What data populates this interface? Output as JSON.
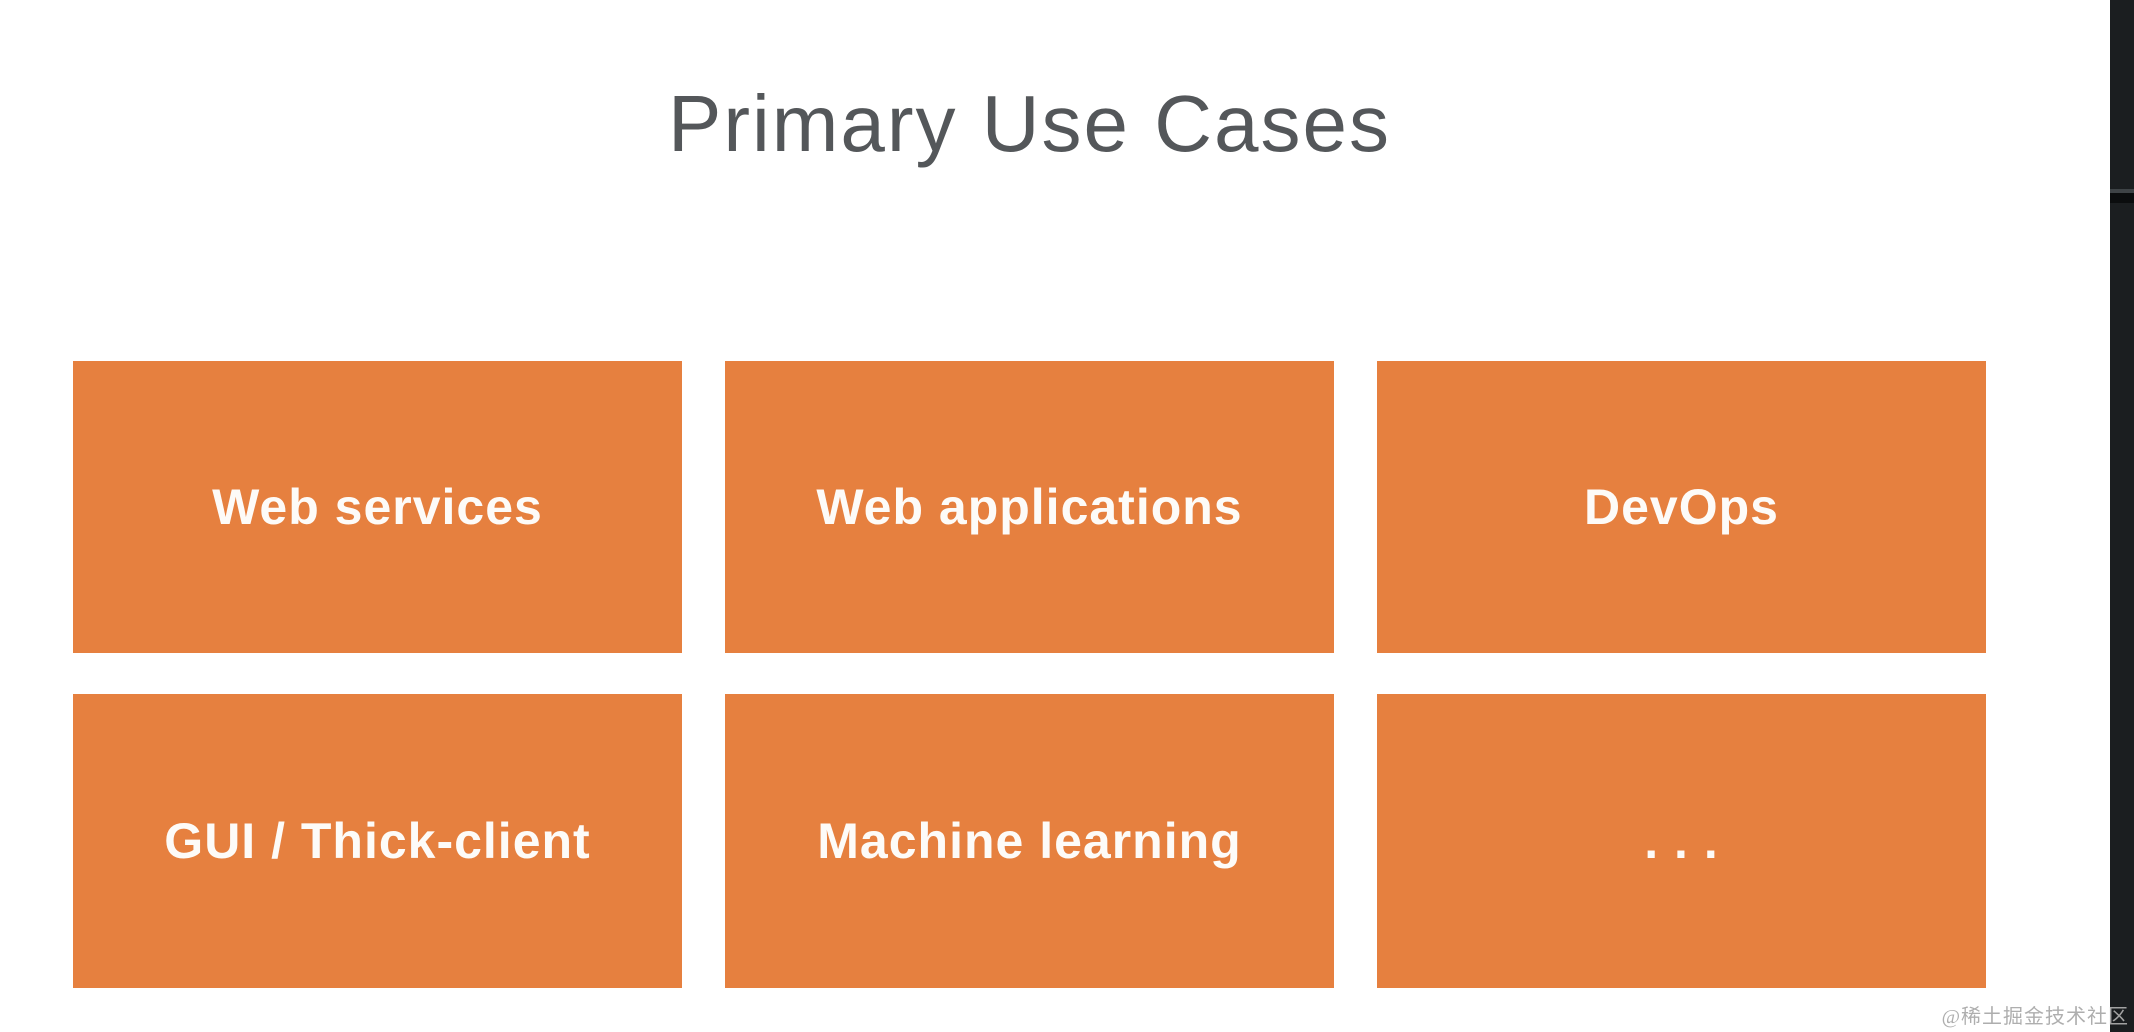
{
  "slide": {
    "title": "Primary Use Cases",
    "cards": [
      {
        "label": "Web services"
      },
      {
        "label": "Web applications"
      },
      {
        "label": "DevOps"
      },
      {
        "label": "GUI / Thick-client"
      },
      {
        "label": "Machine learning"
      },
      {
        "label": ". . ."
      }
    ],
    "colors": {
      "card_background": "#E6803F",
      "card_text": "#FDFBF8",
      "title_text": "#54575A",
      "slide_background": "#FFFFFF"
    }
  },
  "right_panel": {
    "background": "#1B1E20",
    "divider_light": "#3E4346",
    "divider_dark": "#0B0D0E"
  },
  "watermark": {
    "text": "@稀土掘金技术社区",
    "color": "#AAAAAA"
  }
}
